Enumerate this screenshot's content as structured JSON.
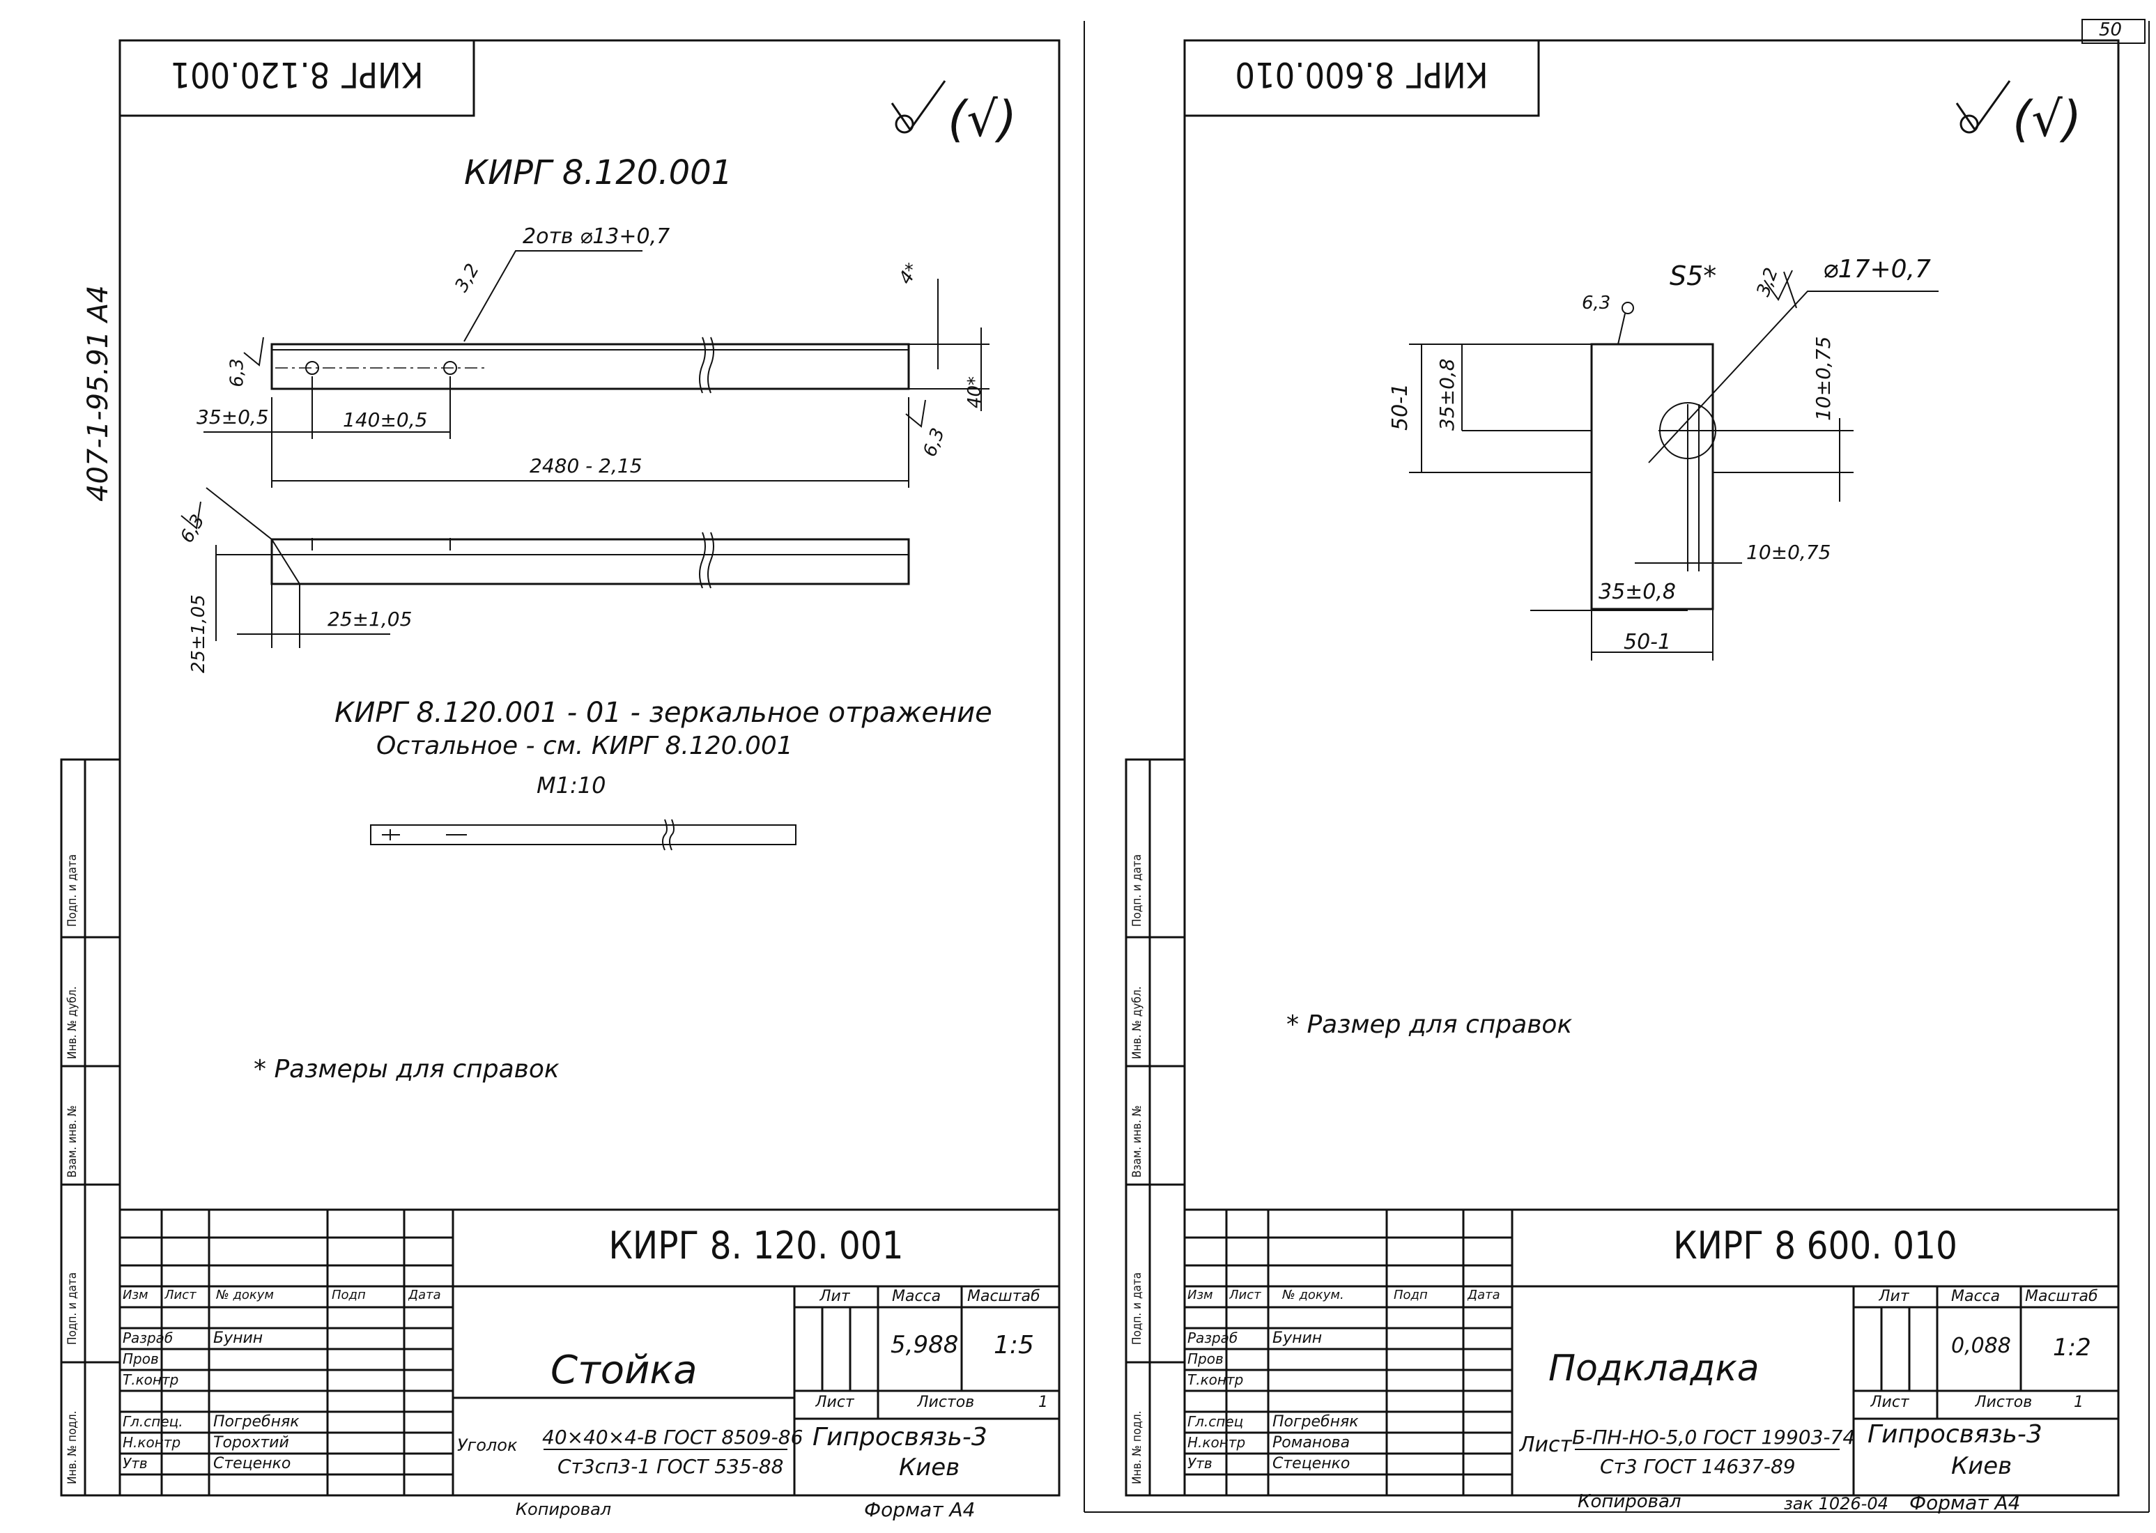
{
  "page_number": "50",
  "margin_label": "407-1-95.91 A4",
  "side_column_labels": [
    "Подп. и дата",
    "Инв. № дубл.",
    "Взам. инв. №",
    "Подп. и дата",
    "Инв. № подл."
  ],
  "left": {
    "stamp_rotated": "КИРГ 8.120.001",
    "roughness_symbol": "✓(√)",
    "drawing_title": "КИРГ 8.120.001",
    "notes": {
      "holes": "2отв ⌀13+0,7",
      "rough_32": "3,2",
      "rough_63_a": "6,3",
      "rough_63_b": "6,3",
      "rough_63_c": "6,3",
      "dim_4": "4*",
      "dim_40": "40*",
      "dim_35": "35±0,5",
      "dim_140": "140±0,5",
      "dim_2480": "2480 - 2,15",
      "dim_25_v": "25±1,05",
      "dim_25_h": "25±1,05"
    },
    "mirror_line1": "КИРГ 8.120.001 - 01 - зеркальное отражение",
    "mirror_line2": "Остальное - см. КИРГ 8.120.001",
    "scale_note": "М1:10",
    "footnote": "* Размеры для справок",
    "title_block": {
      "designation": "КИРГ 8. 120. 001",
      "name": "Стойка",
      "headers": {
        "izm": "Изм",
        "list": "Лист",
        "doc": "№ докум",
        "sign": "Подп",
        "date": "Дата"
      },
      "roles": [
        "Разраб",
        "Пров",
        "Т.контр",
        "Гл.спец.",
        "Н.контр",
        "Утв"
      ],
      "people": [
        "Бунин",
        "",
        "",
        "Погребняк",
        "Торохтий",
        "Стеценко"
      ],
      "lit": "Лит",
      "mass_label": "Масса",
      "scale_label": "Масштаб",
      "mass": "5,988",
      "scale": "1:5",
      "sheet_label": "Лист",
      "sheets_label": "Листов",
      "sheets": "1",
      "material_prefix": "Уголок",
      "material_line1": "40×40×4-В ГОСТ 8509-86",
      "material_line2": "Ст3сп3-1 ГОСТ 535-88",
      "org_line1": "Гипросвязь-3",
      "org_line2": "Киев"
    },
    "copied": "Копировал",
    "format": "Формат А4"
  },
  "right": {
    "stamp_rotated": "КИРГ 8.600.010",
    "roughness_symbol": "✓(√)",
    "notes": {
      "s5": "S5*",
      "rough_63": "6,3",
      "rough_32": "3,2",
      "hole": "⌀17+0,7",
      "dim_50_v": "50-1",
      "dim_35_v": "35±0,8",
      "dim_10_v": "10±0,75",
      "dim_10_h": "10±0,75",
      "dim_35_h": "35±0,8",
      "dim_50_h": "50-1"
    },
    "footnote": "* Размер для справок",
    "title_block": {
      "designation": "КИРГ 8 600. 010",
      "name": "Подкладка",
      "headers": {
        "izm": "Изм",
        "list": "Лист",
        "doc": "№ докум.",
        "sign": "Подп",
        "date": "Дата"
      },
      "roles": [
        "Разраб",
        "Пров",
        "Т.контр",
        "Гл.спец",
        "Н.контр",
        "Утв"
      ],
      "people": [
        "Бунин",
        "",
        "",
        "Погребняк",
        "Романова",
        "Стеценко"
      ],
      "lit": "Лит",
      "mass_label": "Масса",
      "scale_label": "Масштаб",
      "mass": "0,088",
      "scale": "1:2",
      "sheet_label": "Лист",
      "sheets_label": "Листов",
      "sheets": "1",
      "material_prefix": "Лист",
      "material_line1": "Б-ПН-НО-5,0 ГОСТ 19903-74",
      "material_line2": "Ст3 ГОСТ 14637-89",
      "org_line1": "Гипросвязь-3",
      "org_line2": "Киев"
    },
    "copied": "Копировал",
    "order": "зак 1026-04",
    "format": "Формат А4"
  }
}
